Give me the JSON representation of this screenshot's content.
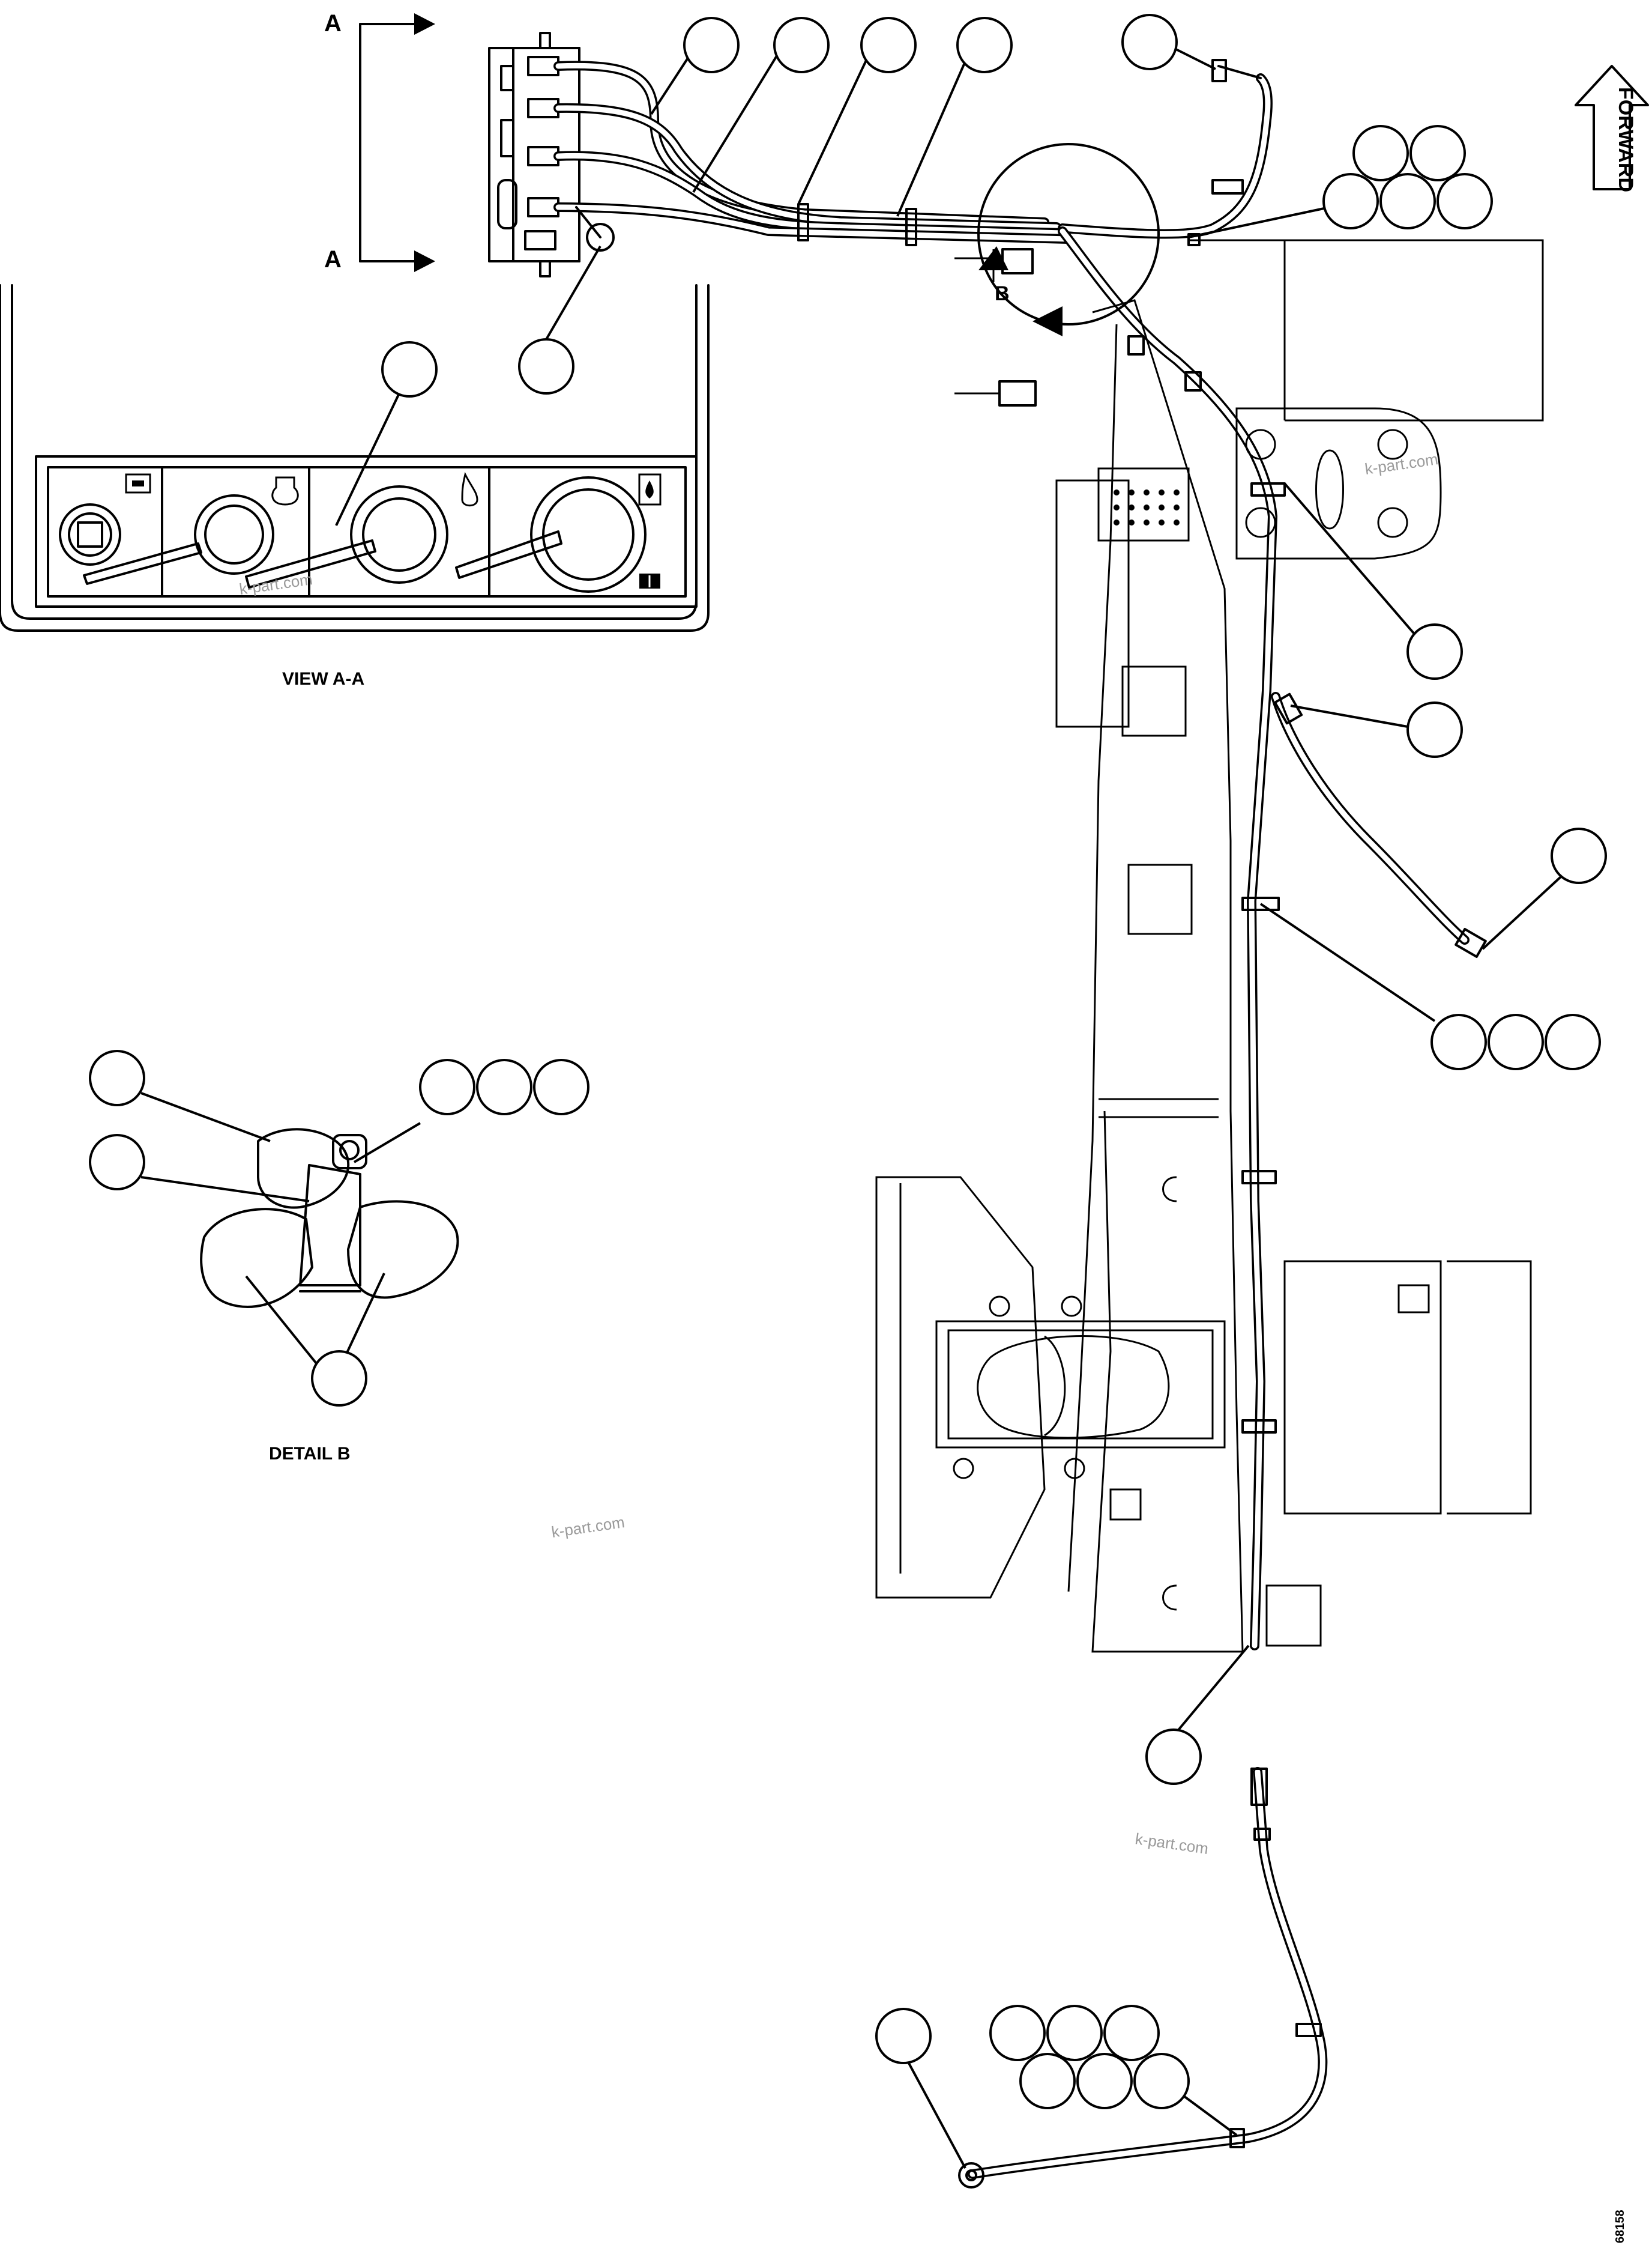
{
  "labels": {
    "section_a": "A",
    "detail_b_marker": "B",
    "forward": "FORWARD",
    "view_aa": "VIEW A-A",
    "detail_b": "DETAIL B",
    "drawing_number": "68158"
  },
  "watermark": "k-part.com",
  "icons": {
    "panel_1": "fuel-gauge-icon",
    "panel_2": "coolant-icon",
    "panel_3": "oil-drop-icon",
    "panel_4": "fuel-can-icon",
    "panel_5": "manual-book-icon"
  },
  "colors": {
    "line": "#000000",
    "background": "#ffffff",
    "watermark": "#9a9a9a"
  }
}
